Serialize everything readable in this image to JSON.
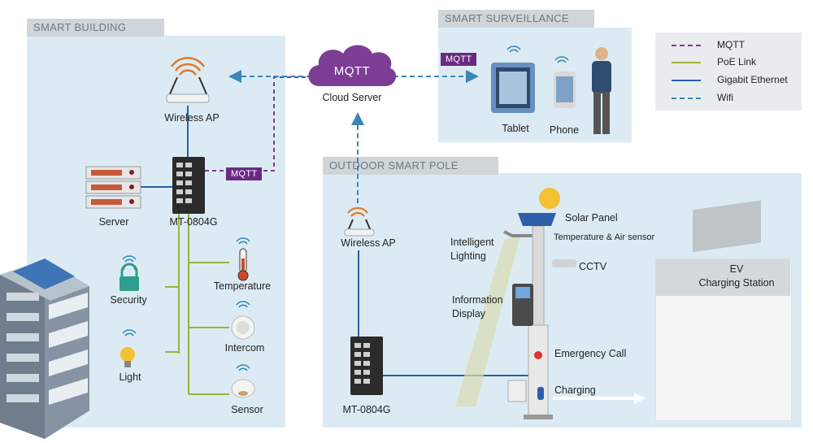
{
  "sections": {
    "smart_building": "SMART BUILDING",
    "smart_surveillance": "SMART SURVEILLANCE",
    "outdoor_smart_pole": "OUTDOOR SMART POLE"
  },
  "legend": {
    "items": [
      {
        "label": "MQTT",
        "color": "#7b3e94",
        "style": "dashed"
      },
      {
        "label": "PoE Link",
        "color": "#9bb23c",
        "style": "solid"
      },
      {
        "label": "Gigabit Ethernet",
        "color": "#2a5ea8",
        "style": "solid"
      },
      {
        "label": "Wifi",
        "color": "#3c86b8",
        "style": "dashed"
      }
    ]
  },
  "cloud": {
    "title": "MQTT",
    "label": "Cloud Server"
  },
  "tags": {
    "building_mqtt": "MQTT",
    "surveillance_mqtt": "MQTT"
  },
  "building": {
    "wireless_ap": "Wireless AP",
    "server": "Server",
    "switch": "MT-0804G",
    "security": "Security",
    "light": "Light",
    "temperature": "Temperature",
    "intercom": "Intercom",
    "sensor": "Sensor"
  },
  "surveillance": {
    "tablet": "Tablet",
    "phone": "Phone"
  },
  "pole": {
    "wireless_ap": "Wireless AP",
    "switch": "MT-0804G",
    "intelligent_lighting": "Intelligent Lighting",
    "information_display": "Information Display",
    "solar_panel": "Solar Panel",
    "temp_air_sensor": "Temperature & Air sensor",
    "cctv": "CCTV",
    "emergency_call": "Emergency Call",
    "charging": "Charging"
  },
  "ev": {
    "title_line1": "EV",
    "title_line2": "Charging Station"
  },
  "colors": {
    "mqtt": "#7b3e94",
    "poe": "#9bb23c",
    "gigabit": "#2a5ea8",
    "wifi": "#3c86b8",
    "panel": "#dcebf3",
    "tab": "#cfd5d9"
  }
}
